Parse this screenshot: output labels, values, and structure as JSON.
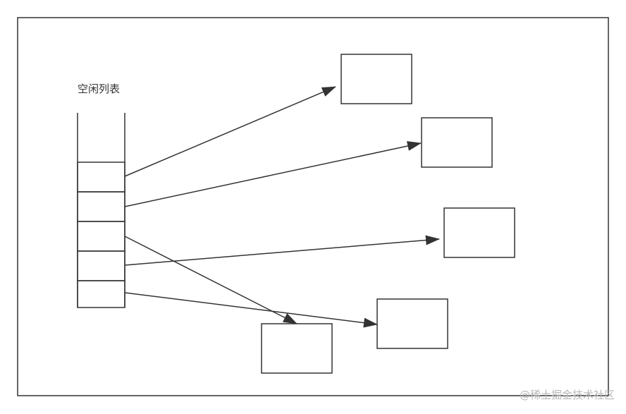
{
  "diagram": {
    "list_title": "空闲列表",
    "slot_count": 5,
    "block_count": 5,
    "connection_count": 5,
    "stroke_color": "#333333"
  },
  "watermark": {
    "text": "@稀土掘金技术社区"
  }
}
